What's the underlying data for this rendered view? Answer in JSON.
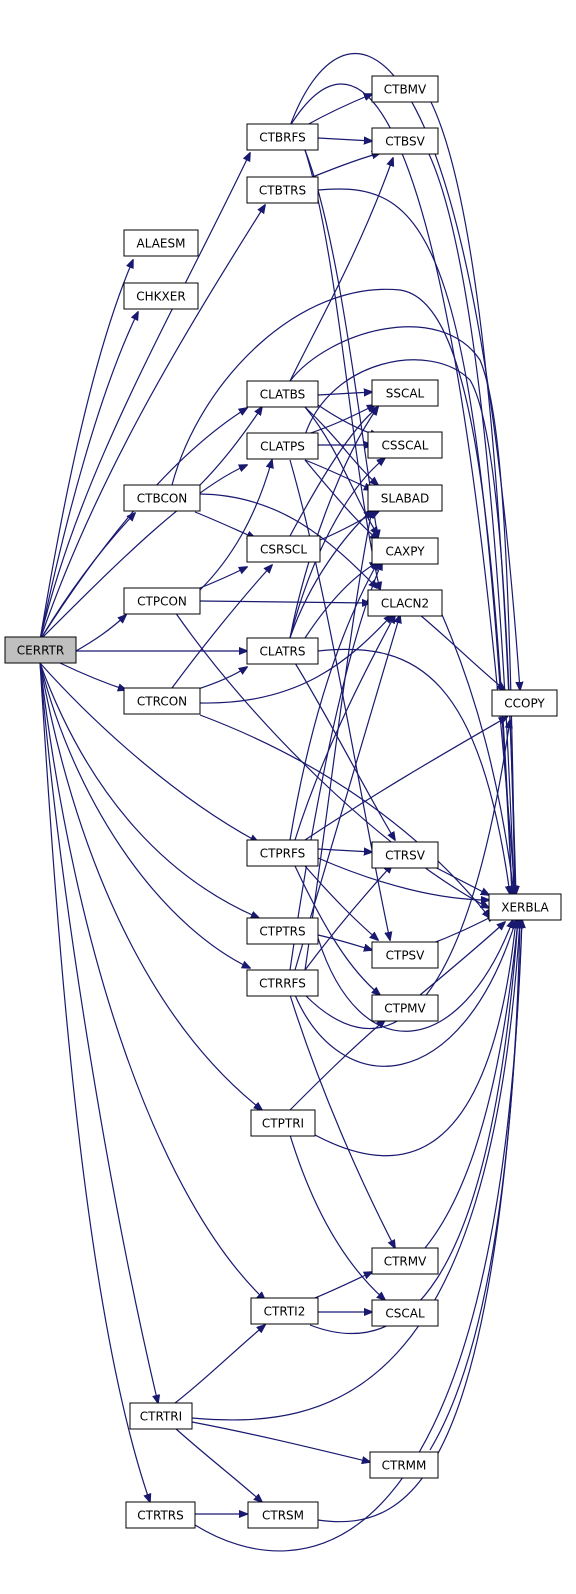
{
  "colors": {
    "edge": "#191970",
    "root_fill": "#bfbfbf",
    "node_fill": "#ffffff",
    "node_stroke": "#000000"
  },
  "nodes": {
    "cerrtr": "CERRTR",
    "alaesm": "ALAESM",
    "chkxer": "CHKXER",
    "ctbcon": "CTBCON",
    "ctpcon": "CTPCON",
    "ctrcon": "CTRCON",
    "ctbrfs": "CTBRFS",
    "ctbtrs": "CTBTRS",
    "clatbs": "CLATBS",
    "clatps": "CLATPS",
    "csrscl": "CSRSCL",
    "clatrs": "CLATRS",
    "ctprfs": "CTPRFS",
    "ctptrs": "CTPTRS",
    "ctrrfs": "CTRRFS",
    "ctptri": "CTPTRI",
    "ctrti2": "CTRTI2",
    "ctrtri": "CTRTRI",
    "ctrtrs": "CTRTRS",
    "ctbmv": "CTBMV",
    "ctbsv": "CTBSV",
    "sscal": "SSCAL",
    "csscal": "CSSCAL",
    "slabad": "SLABAD",
    "caxpy": "CAXPY",
    "clacn2": "CLACN2",
    "ctrsv": "CTRSV",
    "ctpsv": "CTPSV",
    "ctpmv": "CTPMV",
    "ctrmv": "CTRMV",
    "cscal": "CSCAL",
    "ctrmm": "CTRMM",
    "ctrsm": "CTRSM",
    "ccopy": "CCOPY",
    "xerbla": "XERBLA"
  }
}
